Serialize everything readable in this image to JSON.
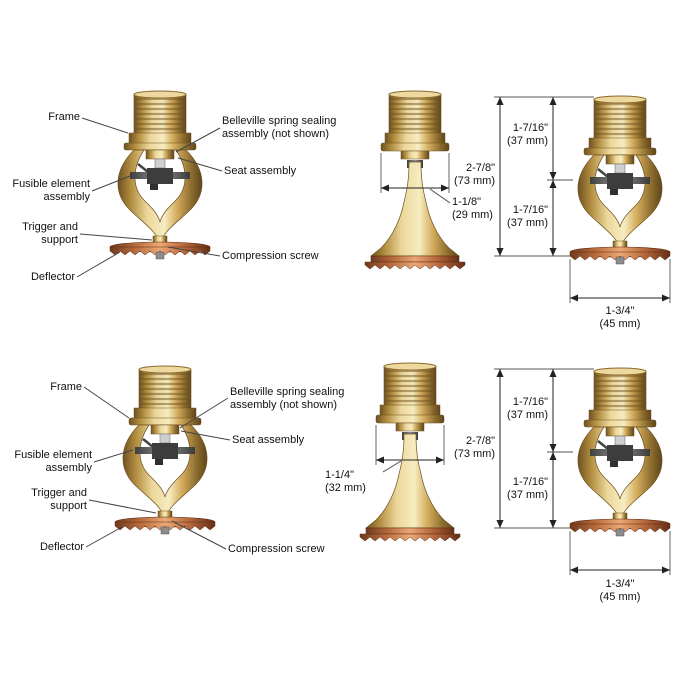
{
  "figure": {
    "type": "technical-diagram",
    "subject": "Sprinkler assembly: labeled front views, side views and dimensioned views (two models)"
  },
  "labels": {
    "frame": "Frame",
    "belleville": "Belleville spring sealing assembly (not shown)",
    "seat": "Seat assembly",
    "fusible": "Fusible element assembly",
    "trigger": "Trigger and support",
    "compression": "Compression screw",
    "deflector": "Deflector"
  },
  "dims": {
    "row1": {
      "side_width": {
        "in": "1-1/8\"",
        "mm": "(29 mm)"
      },
      "upper": {
        "in": "1-7/16\"",
        "mm": "(37 mm)"
      },
      "overall": {
        "in": "2-7/8\"",
        "mm": "(73 mm)"
      },
      "lower": {
        "in": "1-7/16\"",
        "mm": "(37 mm)"
      },
      "deflector_width": {
        "in": "1-3/4\"",
        "mm": "(45 mm)"
      }
    },
    "row2": {
      "side_width": {
        "in": "1-1/4\"",
        "mm": "(32 mm)"
      },
      "upper": {
        "in": "1-7/16\"",
        "mm": "(37 mm)"
      },
      "overall": {
        "in": "2-7/8\"",
        "mm": "(73 mm)"
      },
      "lower": {
        "in": "1-7/16\"",
        "mm": "(37 mm)"
      },
      "deflector_width": {
        "in": "1-3/4\"",
        "mm": "(45 mm)"
      }
    }
  },
  "colors": {
    "brass": "#c9a24f",
    "copper": "#b5663a",
    "steel": "#6f6f6f",
    "line": "#222222",
    "background": "#ffffff"
  }
}
